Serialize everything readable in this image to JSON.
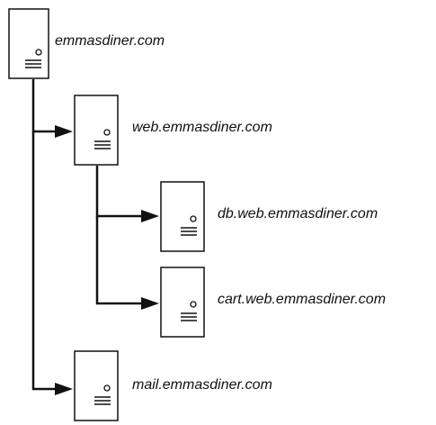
{
  "diagram": {
    "nodes": [
      {
        "id": "root",
        "label": "emmasdiner.com"
      },
      {
        "id": "web",
        "label": "web.emmasdiner.com"
      },
      {
        "id": "db",
        "label": "db.web.emmasdiner.com"
      },
      {
        "id": "cart",
        "label": "cart.web.emmasdiner.com"
      },
      {
        "id": "mail",
        "label": "mail.emmasdiner.com"
      }
    ],
    "edges": [
      {
        "from": "root",
        "to": "web"
      },
      {
        "from": "web",
        "to": "db"
      },
      {
        "from": "web",
        "to": "cart"
      },
      {
        "from": "root",
        "to": "mail"
      }
    ],
    "icon": "server-icon",
    "colors": {
      "stroke": "#111111",
      "fill": "#ffffff"
    }
  }
}
